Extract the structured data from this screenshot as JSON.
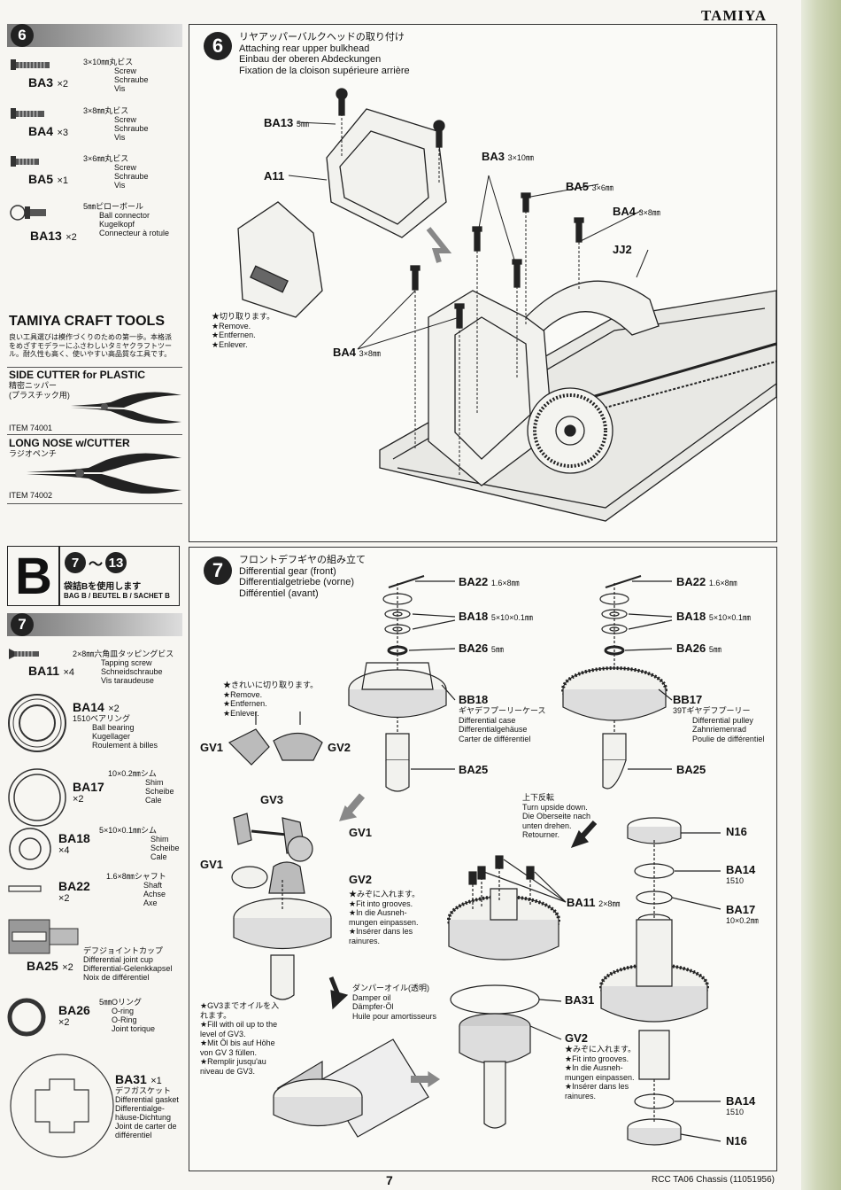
{
  "brand": "TAMIYA",
  "footer": {
    "page": "7",
    "model": "RCC TA06 Chassis (11051956)"
  },
  "step6": {
    "num": "6",
    "title": [
      "リヤアッパーバルクヘッドの取り付け",
      "Attaching rear upper bulkhead",
      "Einbau der oberen Abdeckungen",
      "Fixation de la cloison supérieure arrière"
    ],
    "parts": [
      {
        "code": "BA3",
        "qty": "×2",
        "lines": [
          "3×10㎜丸ビス",
          "Screw",
          "Schraube",
          "Vis"
        ]
      },
      {
        "code": "BA4",
        "qty": "×3",
        "lines": [
          "3×8㎜丸ビス",
          "Screw",
          "Schraube",
          "Vis"
        ]
      },
      {
        "code": "BA5",
        "qty": "×1",
        "lines": [
          "3×6㎜丸ビス",
          "Screw",
          "Schraube",
          "Vis"
        ]
      },
      {
        "code": "BA13",
        "qty": "×2",
        "lines": [
          "5㎜ピローボール",
          "Ball connector",
          "Kugelkopf",
          "Connecteur à rotule"
        ]
      }
    ],
    "labels": {
      "ba13": "BA13",
      "ba13s": "5㎜",
      "a11": "A11",
      "ba3": "BA3",
      "ba3s": "3×10㎜",
      "ba5": "BA5",
      "ba5s": "3×6㎜",
      "ba4a": "BA4",
      "ba4as": "3×8㎜",
      "jj2": "JJ2",
      "ba4b": "BA4",
      "ba4bs": "3×8㎜"
    },
    "remove": [
      "★切り取ります。",
      "★Remove.",
      "★Entfernen.",
      "★Enlever."
    ]
  },
  "tools": {
    "title": "TAMIYA CRAFT TOOLS",
    "intro": [
      "良い工具選びは模作づくりのための第一歩。本格派",
      "をめざすモデラーにふさわしいタミヤクラフトツー",
      "ル。耐久性も高く、使いやすい高品質な工具です。"
    ],
    "items": [
      {
        "name": "SIDE CUTTER for PLASTIC",
        "jp": [
          "精密ニッパー",
          "(プラスチック用)"
        ],
        "item": "ITEM 74001"
      },
      {
        "name": "LONG NOSE w/CUTTER",
        "jp": [
          "ラジオペンチ"
        ],
        "item": "ITEM 74002"
      }
    ]
  },
  "bag": {
    "letter": "B",
    "range_a": "7",
    "range_sep": "〜",
    "range_b": "13",
    "use": "袋詰Bを使用します",
    "tag": "BAG B / BEUTEL B / SACHET B"
  },
  "step7": {
    "num": "7",
    "title": [
      "フロントデフギヤの組み立て",
      "Differential gear (front)",
      "Differentialgetriebe (vorne)",
      "Différentiel (avant)"
    ],
    "parts": [
      {
        "code": "BA11",
        "qty": "×4",
        "lines": [
          "2×8㎜六角皿タッピングビス",
          "Tapping screw",
          "Schneidschraube",
          "Vis taraudeuse"
        ]
      },
      {
        "code": "BA14",
        "qty": "×2",
        "lines": [
          "1510ベアリング",
          "Ball bearing",
          "Kugellager",
          "Roulement à billes"
        ]
      },
      {
        "code": "BA17",
        "qty": "×2",
        "lines": [
          "10×0.2㎜シム",
          "Shim",
          "Scheibe",
          "Cale"
        ]
      },
      {
        "code": "BA18",
        "qty": "×4",
        "lines": [
          "5×10×0.1㎜シム",
          "Shim",
          "Scheibe",
          "Cale"
        ]
      },
      {
        "code": "BA22",
        "qty": "×2",
        "lines": [
          "1.6×8㎜シャフト",
          "Shaft",
          "Achse",
          "Axe"
        ]
      },
      {
        "code": "BA25",
        "qty": "×2",
        "lines": [
          "デフジョイントカップ",
          "Differential joint cup",
          "Differential-Gelenkkapsel",
          "Noix de différentiel"
        ]
      },
      {
        "code": "BA26",
        "qty": "×2",
        "lines": [
          "5㎜Oリング",
          "O-ring",
          "O-Ring",
          "Joint torique"
        ]
      },
      {
        "code": "BA31",
        "qty": "×1",
        "lines": [
          "デフガスケット",
          "Differential gasket",
          "Differentialge-",
          "häuse-Dichtung",
          "Joint de carter de",
          "différentiel"
        ]
      }
    ],
    "labels": {
      "ba22a": "BA22",
      "ba22as": "1.6×8㎜",
      "ba18a": "BA18",
      "ba18as": "5×10×0.1㎜",
      "ba26a": "BA26",
      "ba26as": "5㎜",
      "bb18": "BB18",
      "bb18l": [
        "ギヤデフプーリーケース",
        "Differential case",
        "Differentialgehäuse",
        "Carter de différentiel"
      ],
      "ba25a": "BA25",
      "ba22b": "BA22",
      "ba22bs": "1.6×8㎜",
      "ba18b": "BA18",
      "ba18bs": "5×10×0.1㎜",
      "ba26b": "BA26",
      "ba26bs": "5㎜",
      "bb17": "BB17",
      "bb17l": [
        "39Tギヤデフプーリー",
        "Differential pulley",
        "Zahnriemenrad",
        "Poulie de différentiel"
      ],
      "ba25b": "BA25",
      "gv1a": "GV1",
      "gv2a": "GV2",
      "gv3": "GV3",
      "gv1b": "GV1",
      "gv1c": "GV1",
      "gv2b": "GV2",
      "gv2c": "GV2",
      "n16a": "N16",
      "ba14a": "BA14",
      "ba14as": "1510",
      "ba17": "BA17",
      "ba17s": "10×0.2㎜",
      "ba11": "BA11",
      "ba11s": "2×8㎜",
      "ba31": "BA31",
      "ba14b": "BA14",
      "ba14bs": "1510",
      "n16b": "N16"
    },
    "notes": {
      "clean": [
        "★きれいに切り取ります。",
        "★Remove.",
        "★Entfernen.",
        "★Enlever."
      ],
      "flip": [
        "上下反転",
        "Turn upside down.",
        "Die Oberseite nach",
        "unten drehen.",
        "Retourner."
      ],
      "grooves1": [
        "★みぞに入れます。",
        "★Fit into grooves.",
        "★In die Ausneh-",
        "mungen einpassen.",
        "★Insérer dans les",
        "rainures."
      ],
      "grooves2": [
        "★みぞに入れます。",
        "★Fit into grooves.",
        "★In die Ausneh-",
        "mungen einpassen.",
        "★Insérer dans les",
        "rainures."
      ],
      "oil": [
        "ダンパーオイル(透明)",
        "Damper oil",
        "Dämpfer-Öl",
        "Huile pour amortisseurs"
      ],
      "fill": [
        "★GV3までオイルを入",
        "れます。",
        "★Fill with oil up to the",
        "level of GV3.",
        "★Mit Öl bis auf Höhe",
        "von GV 3 füllen.",
        "★Remplir jusqu'au",
        "niveau de GV3."
      ]
    }
  }
}
